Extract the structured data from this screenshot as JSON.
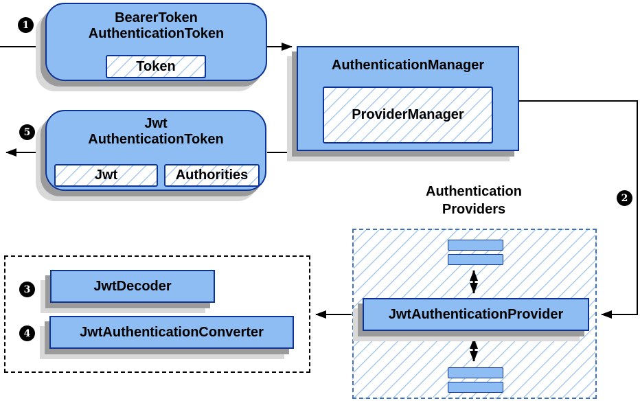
{
  "nodes": {
    "bearer_token": {
      "line1": "BearerToken",
      "line2": "AuthenticationToken",
      "chip": "Token"
    },
    "authentication_manager": {
      "title": "AuthenticationManager",
      "inner": "ProviderManager"
    },
    "jwt_authentication_token": {
      "line1": "Jwt",
      "line2": "AuthenticationToken",
      "chip_jwt": "Jwt",
      "chip_authorities": "Authorities"
    },
    "jwt_authentication_provider": {
      "title": "JwtAuthenticationProvider"
    },
    "jwt_decoder": {
      "title": "JwtDecoder"
    },
    "jwt_authentication_converter": {
      "title": "JwtAuthenticationConverter"
    }
  },
  "labels": {
    "providers_line1": "Authentication",
    "providers_line2": "Providers"
  },
  "steps": {
    "s1": "1",
    "s2": "2",
    "s3": "3",
    "s4": "4",
    "s5": "5"
  },
  "colors": {
    "node_fill": "#8dbdf2",
    "node_border": "#0d3394",
    "hatch": "#a6c9f0",
    "dashed_blue": "#3a6fc4",
    "shadow_dark": "#9b9b9b",
    "shadow_light": "#d9d9d9"
  }
}
